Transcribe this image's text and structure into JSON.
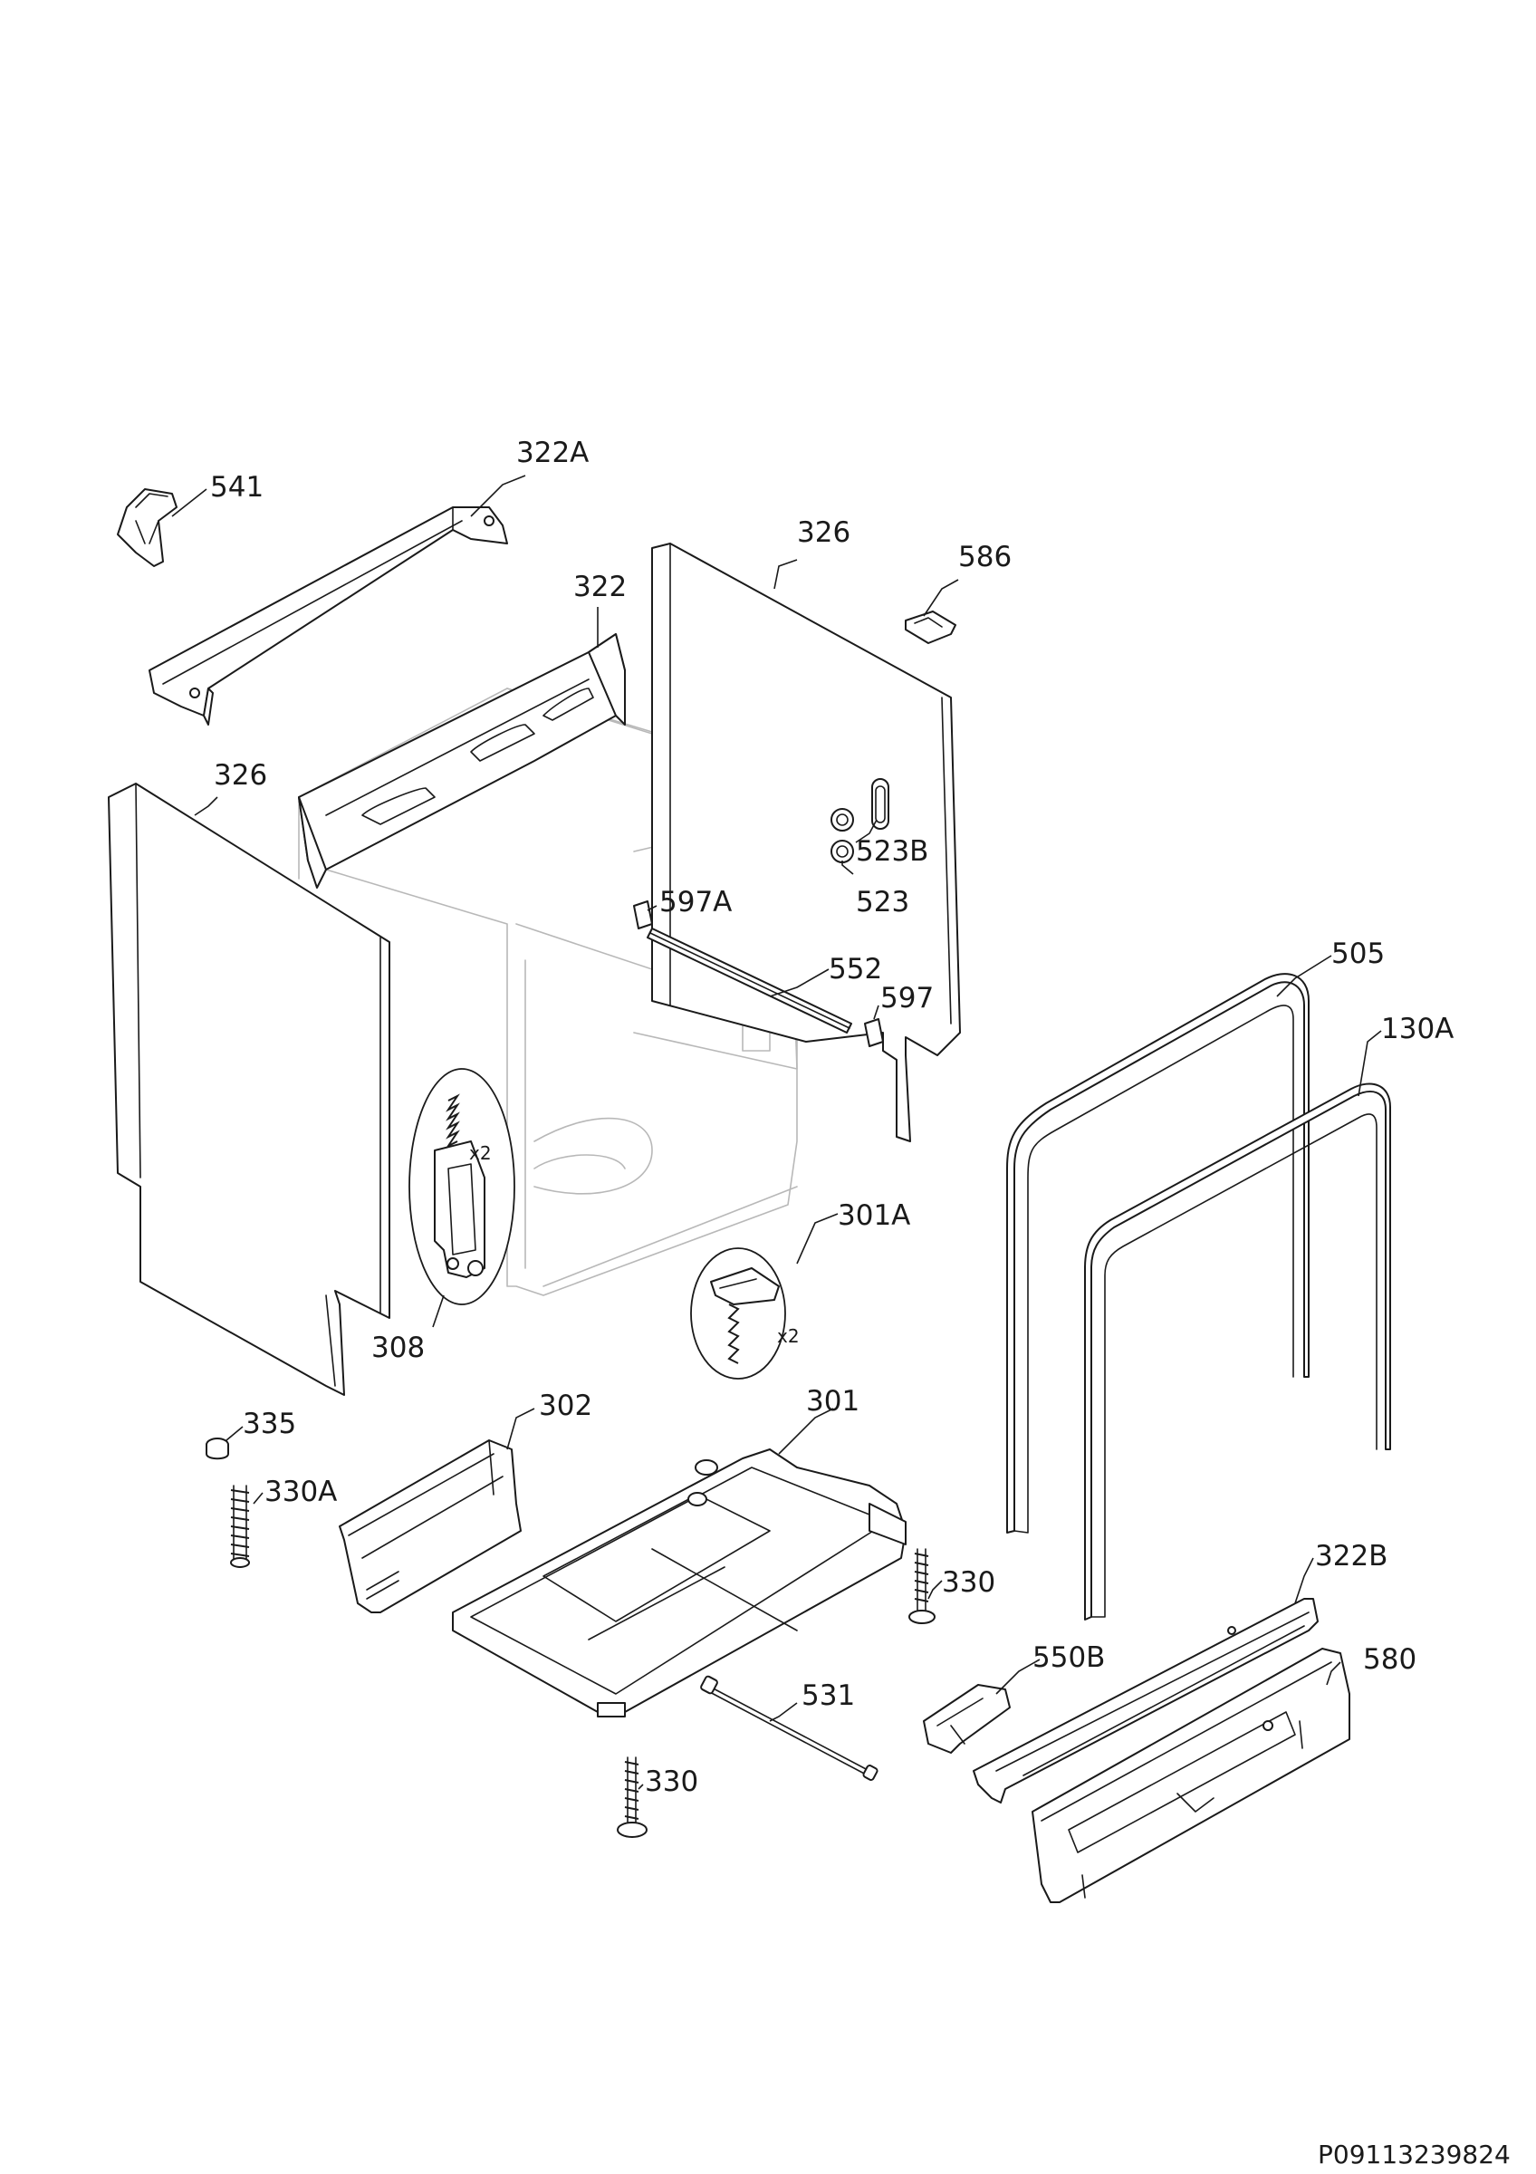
{
  "callouts": {
    "c322A": "322A",
    "c541": "541",
    "c326_right": "326",
    "c586": "586",
    "c322": "322",
    "c326_left": "326",
    "c523B": "523B",
    "c523": "523",
    "c597A": "597A",
    "c552": "552",
    "c597": "597",
    "c505": "505",
    "c130A": "130A",
    "c308": "308",
    "c301A": "301A",
    "c335": "335",
    "c302": "302",
    "c301": "301",
    "c330A": "330A",
    "c330_right": "330",
    "c322B": "322B",
    "c550B": "550B",
    "c580": "580",
    "c531": "531",
    "c330_bottom": "330"
  },
  "notes": {
    "qty_308": "x2",
    "qty_301A": "x2"
  },
  "drawing_code": "P09113239824",
  "colors": {
    "line": "#1a1a1a",
    "ghost": "#b8b8b8",
    "background": "#ffffff"
  }
}
